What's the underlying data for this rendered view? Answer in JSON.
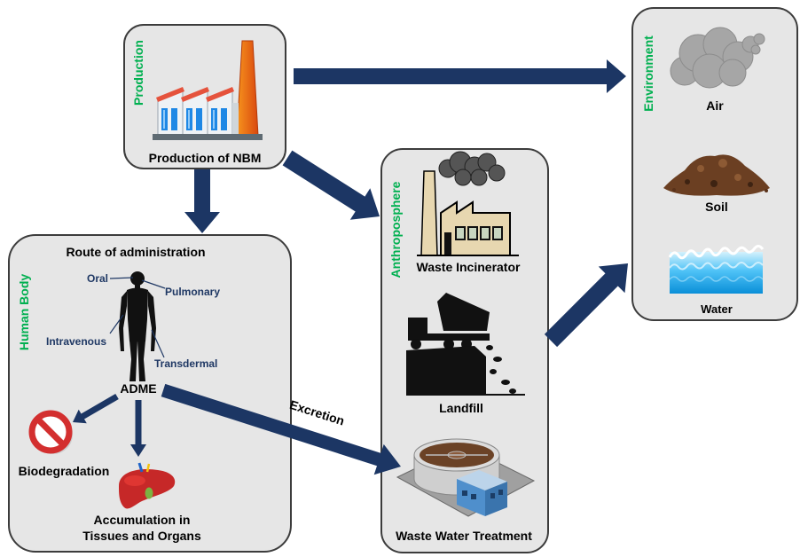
{
  "production": {
    "side_label": "Production",
    "caption": "Production of NBM",
    "icon": "factory-icon"
  },
  "environment": {
    "side_label": "Environment",
    "air": {
      "label": "Air",
      "icon": "cloud-icon"
    },
    "soil": {
      "label": "Soil",
      "icon": "soil-icon"
    },
    "water": {
      "label": "Water",
      "icon": "water-icon"
    }
  },
  "anthroposphere": {
    "side_label": "Anthroposphere",
    "incinerator": {
      "label": "Waste Incinerator",
      "icon": "incinerator-icon"
    },
    "landfill": {
      "label": "Landfill",
      "icon": "landfill-icon"
    },
    "wastewater": {
      "label": "Waste Water Treatment",
      "icon": "wastewater-plant-icon"
    }
  },
  "human_body": {
    "side_label": "Human Body",
    "title": "Route of administration",
    "figure_icon": "human-figure-icon",
    "routes": {
      "oral": "Oral",
      "pulmonary": "Pulmonary",
      "intravenous": "Intravenous",
      "transdermal": "Transdermal"
    },
    "adme": "ADME",
    "biodegradation": {
      "label": "Biodegradation",
      "icon": "prohibition-icon"
    },
    "accumulation": {
      "line1": "Accumulation in",
      "line2": "Tissues and Organs",
      "icon": "liver-icon"
    }
  },
  "flows": {
    "excretion_label": "Excretion"
  },
  "colors": {
    "arrow": "#1c3664",
    "side_label": "#00b050",
    "route_label": "#1f3864",
    "box_fill": "#e6e6e6",
    "box_stroke": "#3c3c3c"
  }
}
